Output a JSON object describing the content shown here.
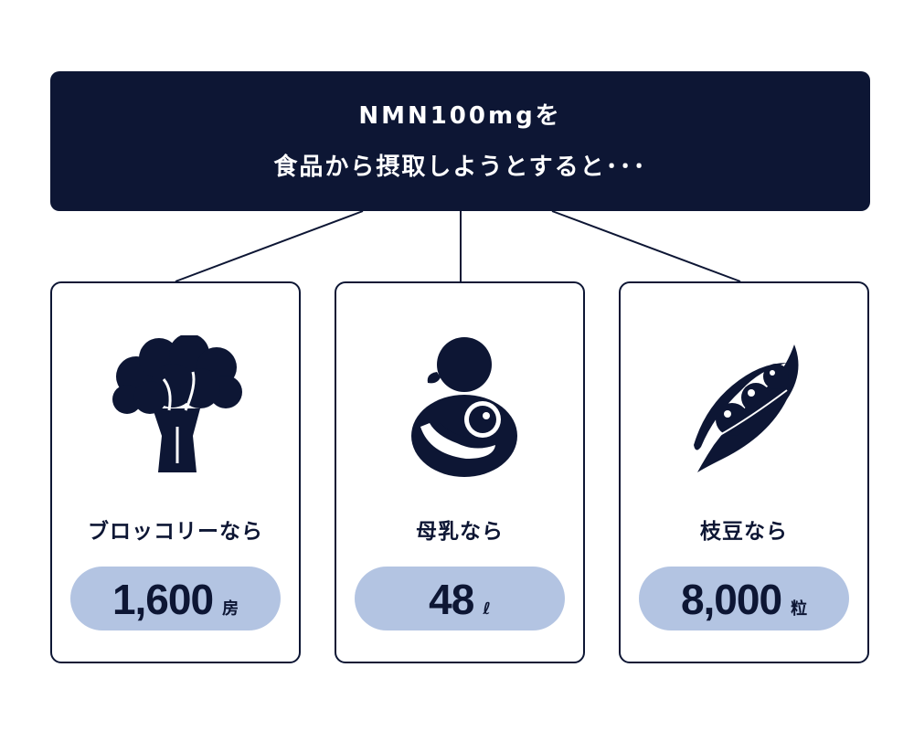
{
  "header": {
    "line1": "NMN100mgを",
    "line2": "食品から摂取しようとすると･･･"
  },
  "colors": {
    "navy": "#0d1634",
    "pill": "#b3c4e2"
  },
  "cards": [
    {
      "icon": "broccoli-icon",
      "label": "ブロッコリーなら",
      "value": "1,600",
      "unit": "房"
    },
    {
      "icon": "mother-baby-icon",
      "label": "母乳なら",
      "value": "48",
      "unit": "ℓ"
    },
    {
      "icon": "edamame-icon",
      "label": "枝豆なら",
      "value": "8,000",
      "unit": "粒"
    }
  ]
}
